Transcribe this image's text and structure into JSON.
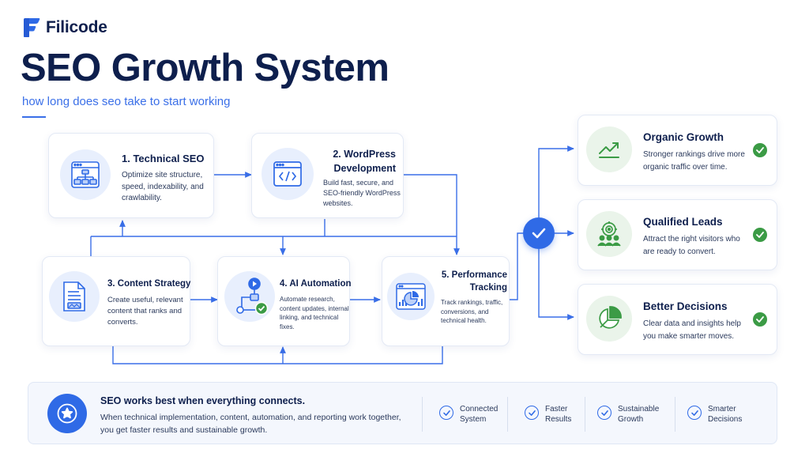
{
  "brand": {
    "name": "Filicode"
  },
  "title": "SEO Growth System",
  "subtitle": "how long does seo take to start working",
  "steps": [
    {
      "title": "1. Technical SEO",
      "description": "Optimize site structure, speed, indexability, and crawlability.",
      "icon": "sitemap-icon"
    },
    {
      "title": "2. WordPress Development",
      "description": "Build fast, secure, and SEO-friendly WordPress websites.",
      "icon": "code-window-icon"
    },
    {
      "title": "3. Content Strategy",
      "description": "Create useful, relevant content that ranks and converts.",
      "icon": "document-icon"
    },
    {
      "title": "4. AI Automation",
      "description": "Automate research, content updates, internal linking, and technical fixes.",
      "icon": "automation-flow-icon"
    },
    {
      "title": "5. Performance Tracking",
      "description": "Track rankings, traffic, conversions, and technical health.",
      "icon": "analytics-dashboard-icon"
    }
  ],
  "outcomes": [
    {
      "title": "Organic Growth",
      "description": "Stronger rankings drive more organic traffic over time.",
      "icon": "trend-up-icon"
    },
    {
      "title": "Qualified Leads",
      "description": "Attract the right visitors who are ready to convert.",
      "icon": "target-audience-icon"
    },
    {
      "title": "Better Decisions",
      "description": "Clear data and insights help you make smarter moves.",
      "icon": "pie-chart-icon"
    }
  ],
  "banner": {
    "title": "SEO works best when everything connects.",
    "text": "When technical implementation, content, automation, and reporting work together, you get faster results and sustainable growth.",
    "benefits": [
      {
        "line1": "Connected",
        "line2": "System"
      },
      {
        "line1": "Faster",
        "line2": "Results"
      },
      {
        "line1": "Sustainable",
        "line2": "Growth"
      },
      {
        "line1": "Smarter",
        "line2": "Decisions"
      }
    ]
  },
  "colors": {
    "navy": "#0e1f4d",
    "accent_blue": "#2f6ae6",
    "connector_blue": "#3a6fe8",
    "success_green": "#3b9b45",
    "icon_bg_blue": "#e8effd",
    "icon_bg_green": "#eaf4ea"
  }
}
